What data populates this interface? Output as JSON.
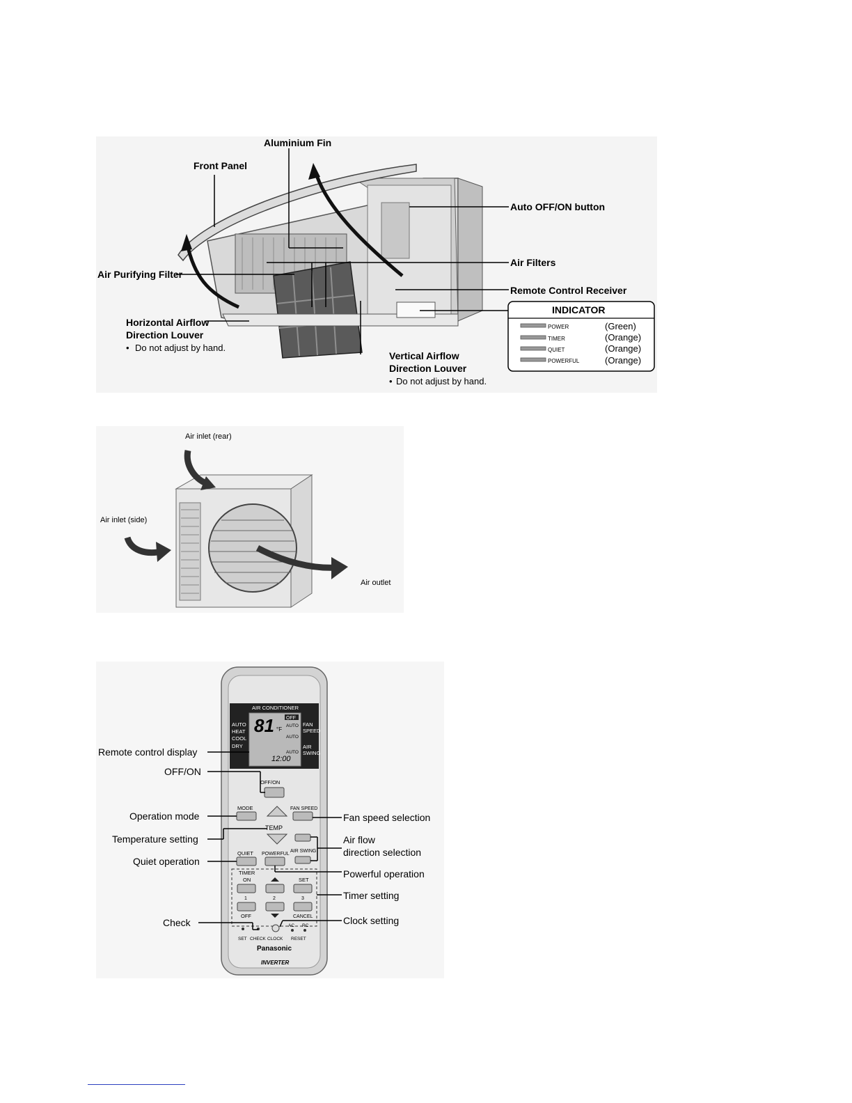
{
  "indoor_unit": {
    "labels": {
      "aluminium_fin": "Aluminium Fin",
      "front_panel": "Front Panel",
      "auto_off_on": "Auto OFF/ON button",
      "air_filters": "Air Filters",
      "air_purifying_filter": "Air Purifying Filter",
      "remote_receiver": "Remote Control Receiver",
      "horizontal_louver_1": "Horizontal Airflow",
      "horizontal_louver_2": "Direction Louver",
      "horizontal_note": "Do not adjust by hand.",
      "vertical_louver_1": "Vertical Airflow",
      "vertical_louver_2": "Direction Louver",
      "vertical_note": "Do not adjust by hand."
    },
    "indicator": {
      "title": "INDICATOR",
      "rows": [
        {
          "name": "POWER",
          "color": "(Green)"
        },
        {
          "name": "TIMER",
          "color": "(Orange)"
        },
        {
          "name": "QUIET",
          "color": "(Orange)"
        },
        {
          "name": "POWERFUL",
          "color": "(Orange)"
        }
      ]
    }
  },
  "outdoor_unit": {
    "labels": {
      "inlet_rear": "Air inlet (rear)",
      "inlet_side": "Air inlet (side)",
      "outlet": "Air outlet"
    }
  },
  "remote": {
    "labels": {
      "display": "Remote control display",
      "off_on": "OFF/ON",
      "mode": "Operation mode",
      "temp": "Temperature setting",
      "quiet": "Quiet operation",
      "check": "Check",
      "fan_speed": "Fan speed selection",
      "air_flow_1": "Air flow",
      "air_flow_2": "direction selection",
      "powerful": "Powerful operation",
      "timer": "Timer setting",
      "clock": "Clock setting"
    },
    "device": {
      "header": "AIR CONDITIONER",
      "modes": [
        "AUTO",
        "HEAT",
        "COOL",
        "DRY"
      ],
      "temp": "81",
      "temp_unit": "°F",
      "time": "12:00",
      "lcd_off": "OFF",
      "lcd_auto_1": "AUTO",
      "lcd_auto_2": "AUTO",
      "lcd_auto_3": "AUTO",
      "fan_1": "FAN",
      "fan_2": "SPEED",
      "swing_1": "AIR",
      "swing_2": "SWING",
      "off_on_btn": "OFF/ON",
      "mode_btn": "MODE",
      "fan_speed_btn": "FAN SPEED",
      "temp_btn": "TEMP",
      "quiet_btn": "QUIET",
      "powerful_btn": "POWERFUL",
      "air_swing_btn": "AIR SWING",
      "timer": "TIMER",
      "on": "ON",
      "off": "OFF",
      "set": "SET",
      "cancel": "CANCEL",
      "n1": "1",
      "n2": "2",
      "n3": "3",
      "ac": "AC",
      "rc": "RC",
      "bottom_set": "SET",
      "bottom_check": "CHECK",
      "bottom_clock": "CLOCK",
      "bottom_reset": "RESET",
      "brand": "Panasonic",
      "inverter": "INVERTER"
    }
  }
}
